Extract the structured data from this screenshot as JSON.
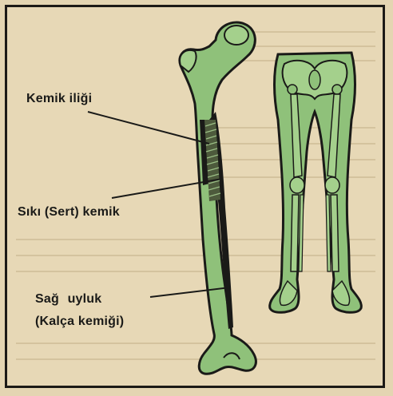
{
  "labels": {
    "bone_marrow": "Kemik iliği",
    "compact_bone": "Sıkı (Sert) kemik",
    "femur_line1": "Sağ uyluk",
    "femur_line2": "(Kalça kemiği)"
  },
  "colors": {
    "bone_green": "#8fc17a",
    "outline": "#1a1a18",
    "paper": "#e7d8b6"
  }
}
